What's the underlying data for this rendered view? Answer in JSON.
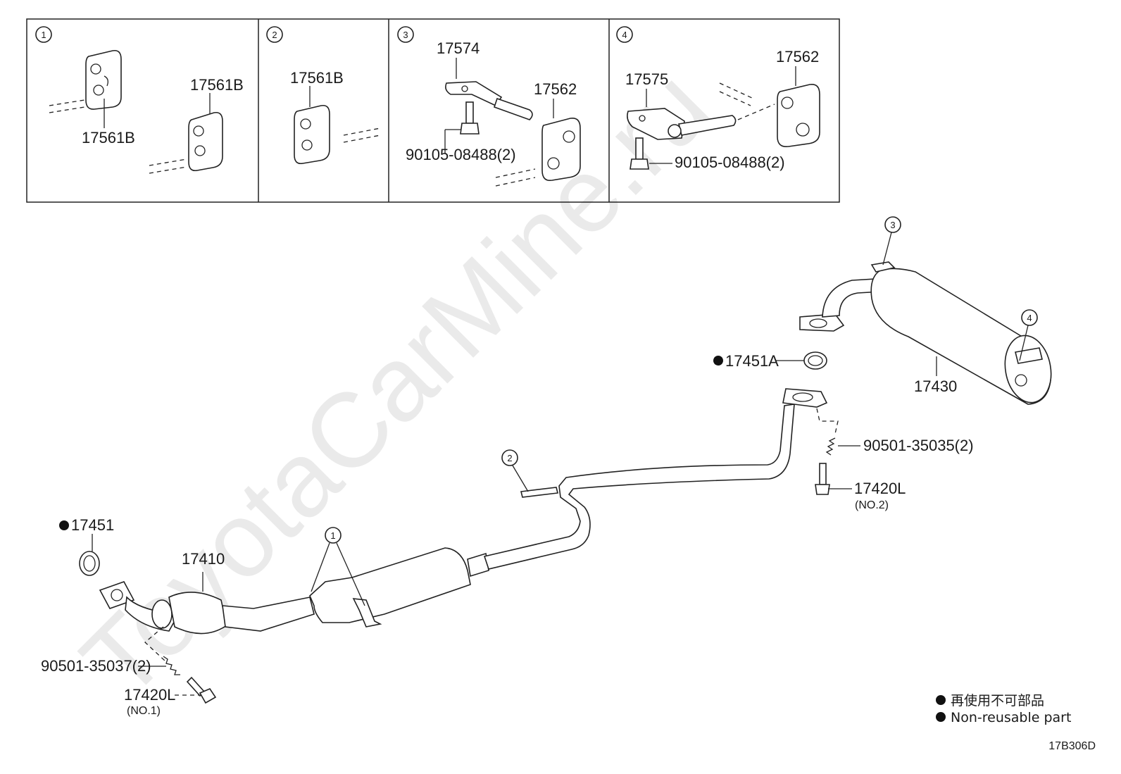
{
  "watermark": "ToyotaCarMine.ru",
  "panels": [
    {
      "callout": "1",
      "labels": [
        "17561B",
        "17561B"
      ]
    },
    {
      "callout": "2",
      "labels": [
        "17561B"
      ]
    },
    {
      "callout": "3",
      "labels": [
        "17574",
        "17562",
        "90105-08488(2)"
      ]
    },
    {
      "callout": "4",
      "labels": [
        "17575",
        "17562",
        "90105-08488(2)"
      ]
    }
  ],
  "parts": {
    "gasket_front": "17451",
    "front_pipe": "17410",
    "spring_front": "90501-35037(2)",
    "bolt_front": "17420L",
    "bolt_front_note": "(NO.1)",
    "gasket_rear": "17451A",
    "tail_pipe": "17430",
    "spring_rear": "90501-35035(2)",
    "bolt_rear": "17420L",
    "bolt_rear_note": "(NO.2)"
  },
  "callouts": {
    "c1": "1",
    "c2": "2",
    "c3": "3",
    "c4": "4"
  },
  "legend": {
    "line1": "再使用不可部品",
    "line2": "Non-reusable part",
    "bullet_color": "#111111"
  },
  "figure_code": "17B306D"
}
